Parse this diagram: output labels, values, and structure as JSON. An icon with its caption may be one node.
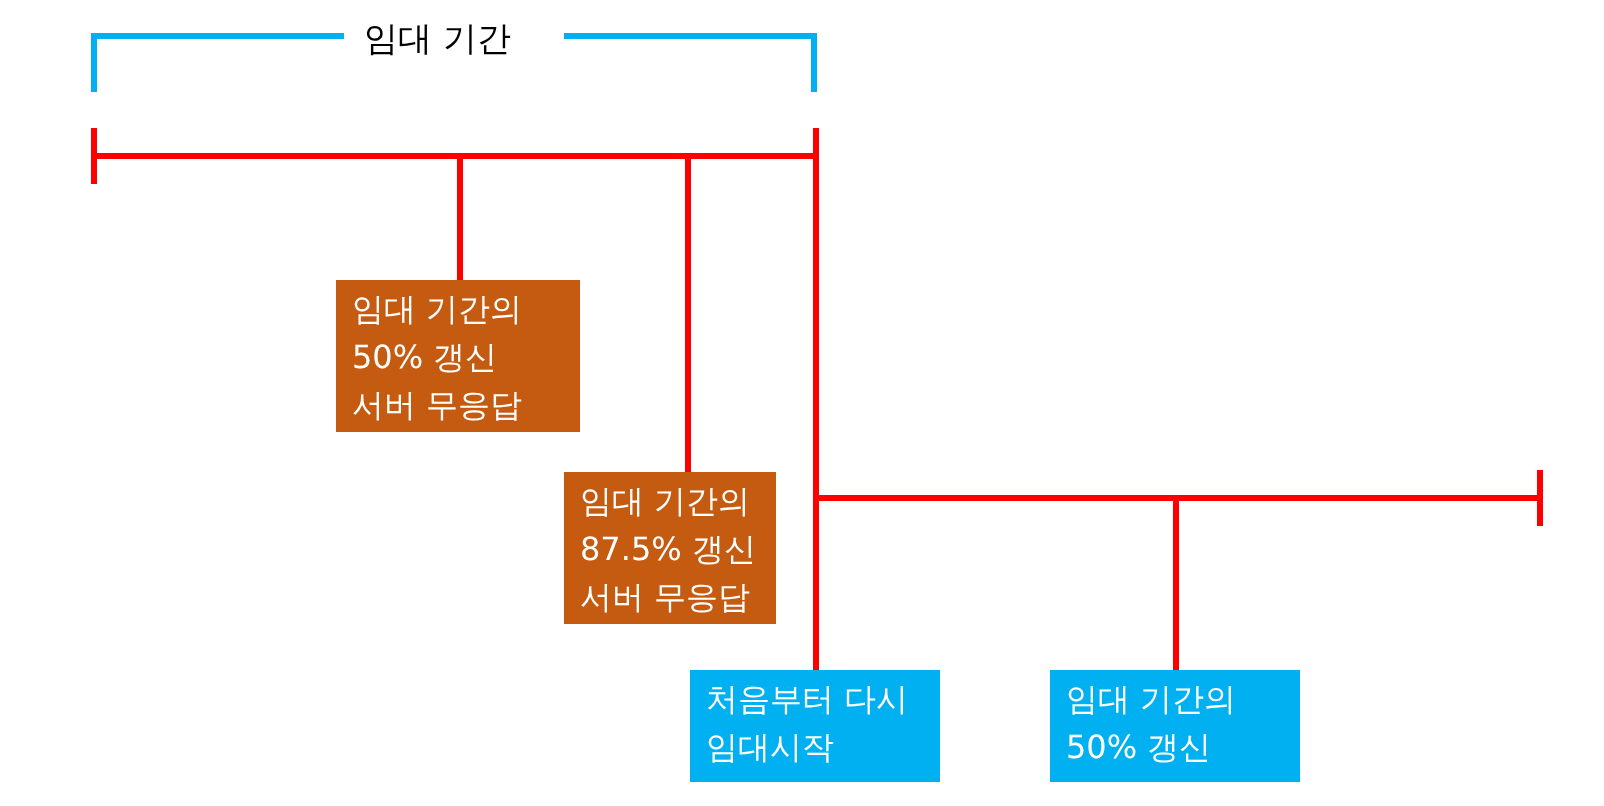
{
  "diagram": {
    "nodes": [
      {
        "text": [
          "임대 기간의 50% 갱신 서버 무응답"
        ]
      },
      {
        "text": [
          "임대 기간의 87.5% 갱신 서버 무응답"
        ]
      },
      {
        "text": [
          "처음부터 다시 임대시작"
        ]
      },
      {
        "text": [
          "임대 기간의 50% 갱신"
        ]
      }
    ],
    "edges": [
      {
        "from": 0,
        "to": null,
        "arrow": "none"
      },
      {
        "from": 1,
        "to": null,
        "arrow": "none"
      },
      {
        "from": 2,
        "to": null,
        "arrow": "none"
      },
      {
        "from": 3,
        "to": null,
        "arrow": "none"
      }
    ],
    "labels": [
      "임대 기간"
    ]
  }
}
